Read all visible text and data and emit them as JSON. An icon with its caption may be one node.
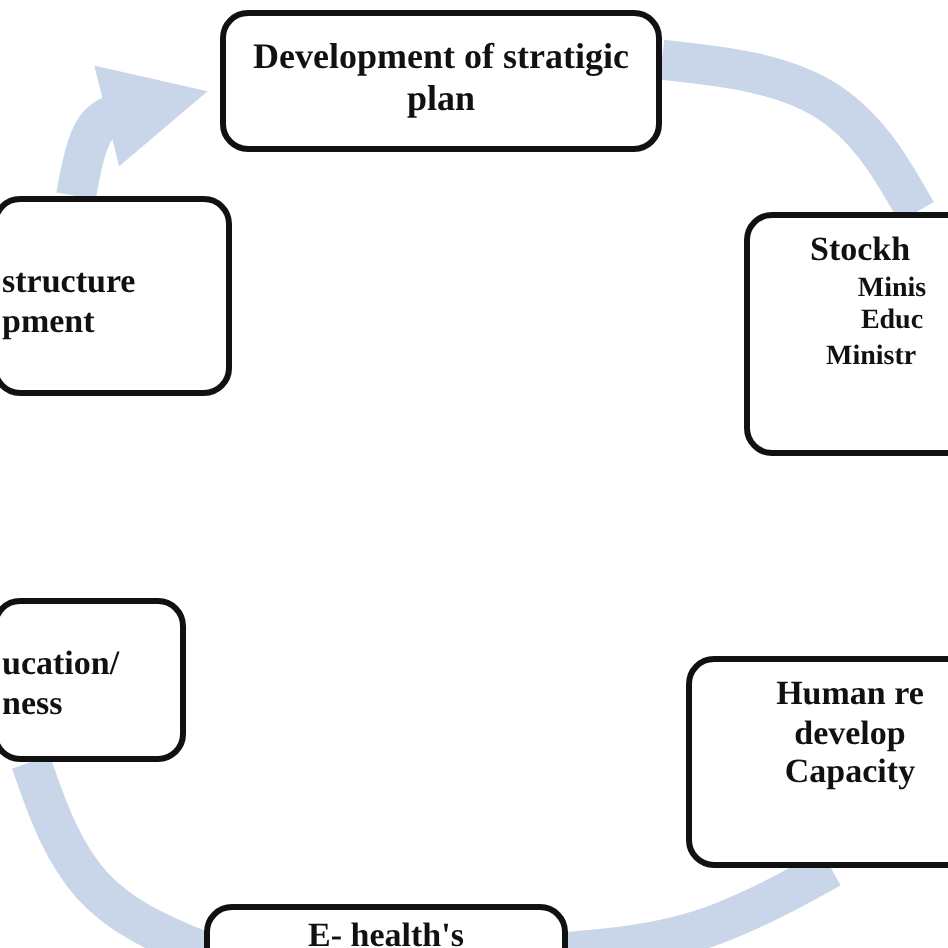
{
  "diagram": {
    "nodes": [
      {
        "text": [
          "Development of stratigic plan"
        ]
      },
      {
        "text": [
          "Stockh",
          "Minis Educ",
          "Ministr"
        ]
      },
      {
        "text": [
          "Human re develop Capacity"
        ]
      },
      {
        "text": [
          "E- health's"
        ]
      },
      {
        "text": [
          "ucation/ ness"
        ]
      },
      {
        "text": [
          "structure pment"
        ]
      }
    ],
    "edges": [
      {
        "from": 5,
        "to": 0,
        "arrow": "to"
      },
      {
        "from": 0,
        "to": 1,
        "arrow": "none"
      },
      {
        "from": 2,
        "to": 3,
        "arrow": "none"
      },
      {
        "from": 3,
        "to": 4,
        "arrow": "none"
      }
    ]
  }
}
